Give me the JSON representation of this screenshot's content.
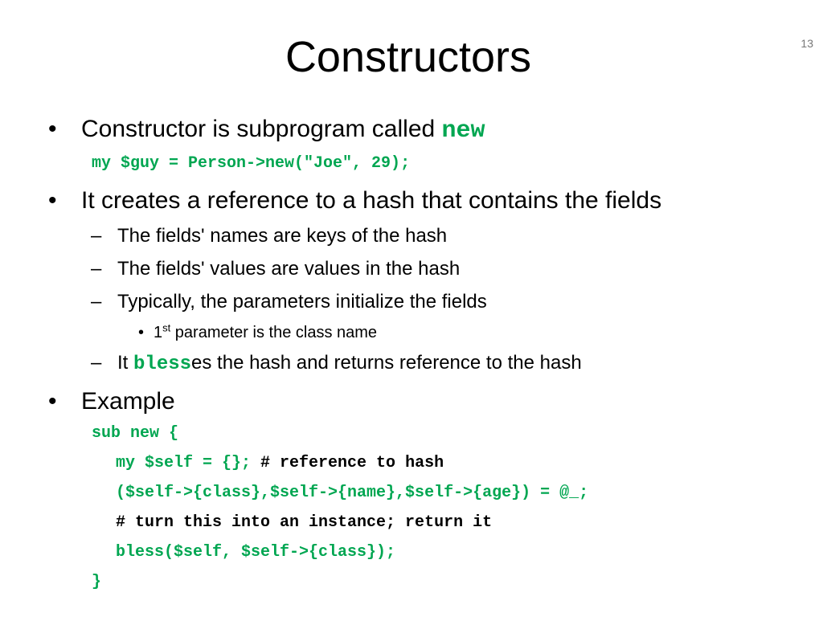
{
  "slide": {
    "title": "Constructors",
    "page_number": "13",
    "accent_color": "#00a651",
    "bullet_glyph": "•",
    "dash_glyph": "–"
  },
  "content": {
    "b1_text": "Constructor is subprogram called ",
    "b1_code": "new",
    "code1": "my $guy = Person->new(\"Joe\", 29);",
    "b2_text": "It creates a reference to a hash that contains the fields",
    "s1": "The fields' names are keys of the hash",
    "s2": "The fields' values are values in the hash",
    "s3": "Typically, the parameters initialize the fields",
    "ss1_num": "1",
    "ss1_sup": "st",
    "ss1_rest": " parameter is the class name",
    "s4_pre": "It ",
    "s4_code": "bless",
    "s4_post": "es the hash and returns reference to the hash",
    "b3_text": "Example",
    "example_code": {
      "l1": "sub new {",
      "l2a": "my $self = {};",
      "l2b": " # reference to hash",
      "l3": "($self->{class},$self->{name},$self->{age}) = @_;",
      "l4": "# turn this into an instance; return it",
      "l5": "bless($self, $self->{class});",
      "l6": "}"
    }
  }
}
